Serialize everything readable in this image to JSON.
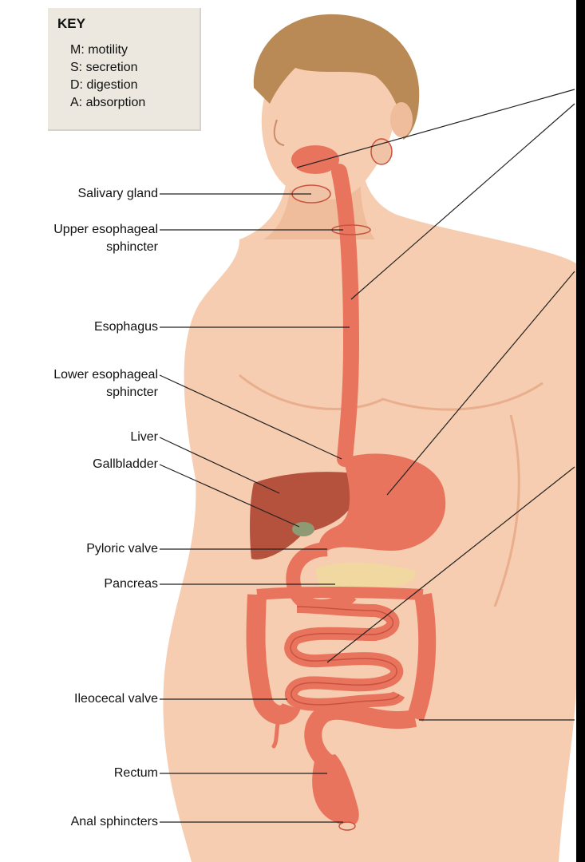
{
  "key": {
    "title": "KEY",
    "items": [
      "M: motility",
      "S: secretion",
      "D: digestion",
      "A: absorption"
    ]
  },
  "labels": {
    "salivary_gland": "Salivary gland",
    "upper_esophageal_1": "Upper esophageal",
    "upper_esophageal_2": "sphincter",
    "esophagus": "Esophagus",
    "lower_esophageal_1": "Lower esophageal",
    "lower_esophageal_2": "sphincter",
    "liver": "Liver",
    "gallbladder": "Gallbladder",
    "pyloric_valve": "Pyloric valve",
    "pancreas": "Pancreas",
    "ileocecal_valve": "Ileocecal valve",
    "rectum": "Rectum",
    "anal_sphincters": "Anal sphincters"
  },
  "colors": {
    "skin": "#f6cdb0",
    "skin_shadow": "#e9ae8d",
    "hair": "#b98a55",
    "organ": "#e9745e",
    "organ_dark": "#c9523f",
    "liver": "#b5523e",
    "pancreas": "#f1d7a0",
    "gallbladder": "#8e9a73"
  }
}
